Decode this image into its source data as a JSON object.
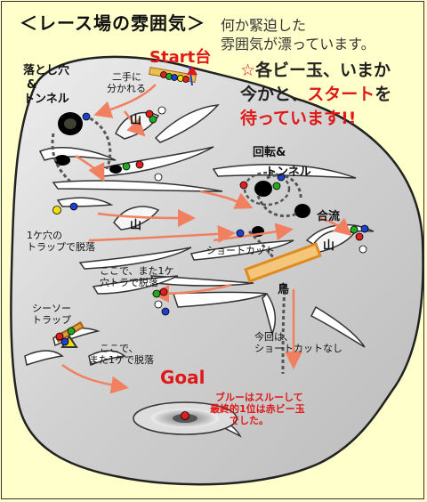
{
  "header": {
    "title": "＜レース場の雰囲気＞",
    "subtitle_line1": "何か緊迫した",
    "subtitle_line2": "雰囲気が漂っています。"
  },
  "message": {
    "star": "☆",
    "line1_rest": "各ビー玉、いまか",
    "line2": "今かと、",
    "line2_red": "スタート",
    "line2_end": "を",
    "line3": "待っています",
    "line3_red": "!!"
  },
  "labels": {
    "start": "Start台",
    "goal": "Goal",
    "hole_tunnel_1": "落とし穴",
    "hole_tunnel_2": "&",
    "hole_tunnel_3": "トンネル",
    "split_1": "二手に",
    "split_2": "分かれる",
    "yama": "山",
    "rotate_1": "回転&",
    "rotate_2": "トンネル",
    "merge": "合流",
    "onehole_1": "1ケ穴の",
    "onehole_2": "トラップで脱落",
    "shortcut": "ショートカット",
    "bird": "鳥",
    "again_1a": "ここで、また1ケ",
    "again_1b": "穴トラで脱落",
    "seesaw_1": "シーソー",
    "seesaw_2": "トラップ",
    "again_2a": "ここで、",
    "again_2b": "また1ケで脱落",
    "no_shortcut_1": "今回は、",
    "no_shortcut_2": "ショートカットなし",
    "note_1": "ブルーはスルーして",
    "note_2": "最終的1位は赤ビー玉",
    "note_3": "でした。"
  },
  "colors": {
    "background": "#ffffcc",
    "course": "#d4d4d4",
    "accent_red": "#e01818",
    "arrow": "#f08060",
    "ball_red": "#e02020",
    "ball_green": "#22aa22",
    "ball_blue": "#1f3fcf",
    "ball_yellow": "#f0e000"
  }
}
